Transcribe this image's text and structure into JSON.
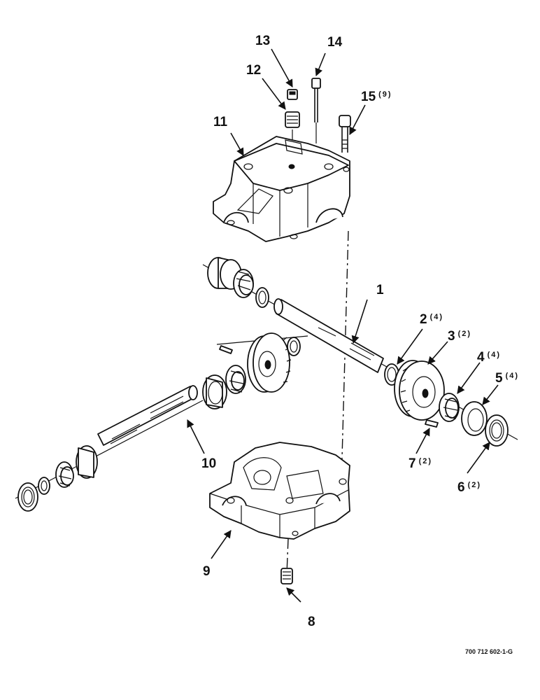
{
  "diagram": {
    "document_ref": "700 712 602-1-G",
    "callouts": [
      {
        "number": "1",
        "qty": ""
      },
      {
        "number": "2",
        "qty": "(4)"
      },
      {
        "number": "3",
        "qty": "(2)"
      },
      {
        "number": "4",
        "qty": "(4)"
      },
      {
        "number": "5",
        "qty": "(4)"
      },
      {
        "number": "6",
        "qty": "(2)"
      },
      {
        "number": "7",
        "qty": "(2)"
      },
      {
        "number": "8",
        "qty": ""
      },
      {
        "number": "9",
        "qty": ""
      },
      {
        "number": "10",
        "qty": ""
      },
      {
        "number": "11",
        "qty": ""
      },
      {
        "number": "12",
        "qty": ""
      },
      {
        "number": "13",
        "qty": ""
      },
      {
        "number": "14",
        "qty": ""
      },
      {
        "number": "15",
        "qty": "(9)"
      }
    ]
  }
}
